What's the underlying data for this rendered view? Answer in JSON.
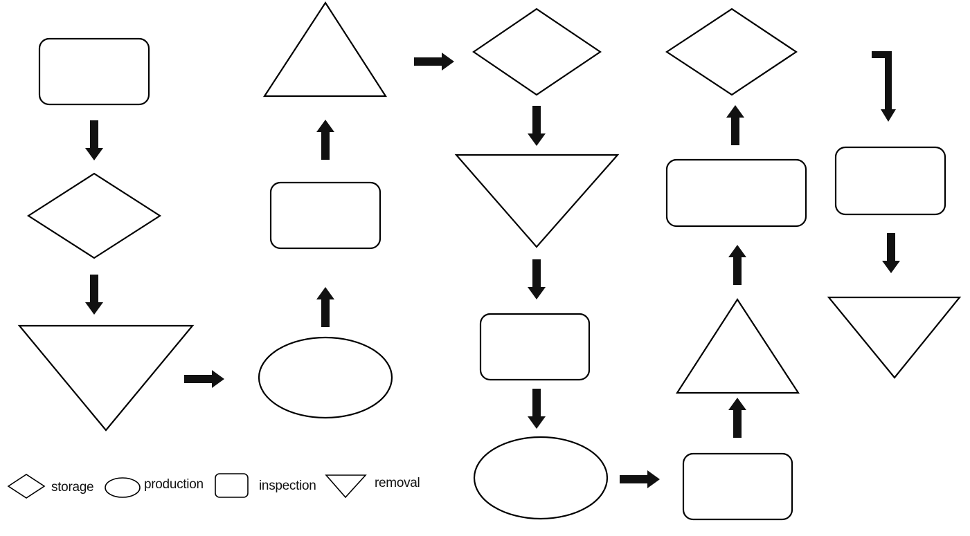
{
  "legend": {
    "storage_label": "storage",
    "production_label": "production",
    "inspection_label": "inspection",
    "removal_label": "removal"
  },
  "colors": {
    "stroke": "#000000",
    "fill": "#ffffff",
    "arrow": "#111111"
  }
}
